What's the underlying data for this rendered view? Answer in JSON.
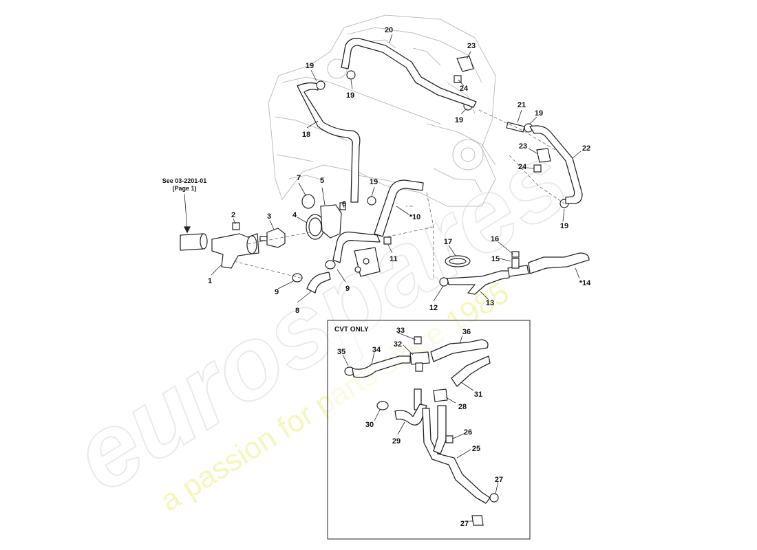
{
  "watermark": {
    "logo": "eurospares",
    "tagline": "a passion for parts since 1985"
  },
  "reference_note": {
    "line1": "See 03-2201-01",
    "line2": "(Page 1)"
  },
  "inset": {
    "title": "CVT ONLY"
  },
  "callouts": {
    "c1": "1",
    "c2": "2",
    "c3": "3",
    "c4": "4",
    "c5": "5",
    "c6": "6",
    "c7": "7",
    "c8": "8",
    "c9a": "9",
    "c9b": "9",
    "c10": "*10",
    "c11": "11",
    "c12": "12",
    "c13": "13",
    "c14": "*14",
    "c15": "15",
    "c16": "16",
    "c17": "17",
    "c18": "18",
    "c19a": "19",
    "c19b": "19",
    "c19c": "19",
    "c19d": "19",
    "c19e": "19",
    "c19f": "19",
    "c20": "20",
    "c21": "21",
    "c22": "22",
    "c23a": "23",
    "c23b": "23",
    "c24a": "24",
    "c24b": "24",
    "c25": "25",
    "c26": "26",
    "c27a": "27",
    "c27b": "27",
    "c28": "28",
    "c29": "29",
    "c30": "30",
    "c31": "31",
    "c32": "32",
    "c33": "33",
    "c34": "34",
    "c35": "35",
    "c36": "36"
  }
}
